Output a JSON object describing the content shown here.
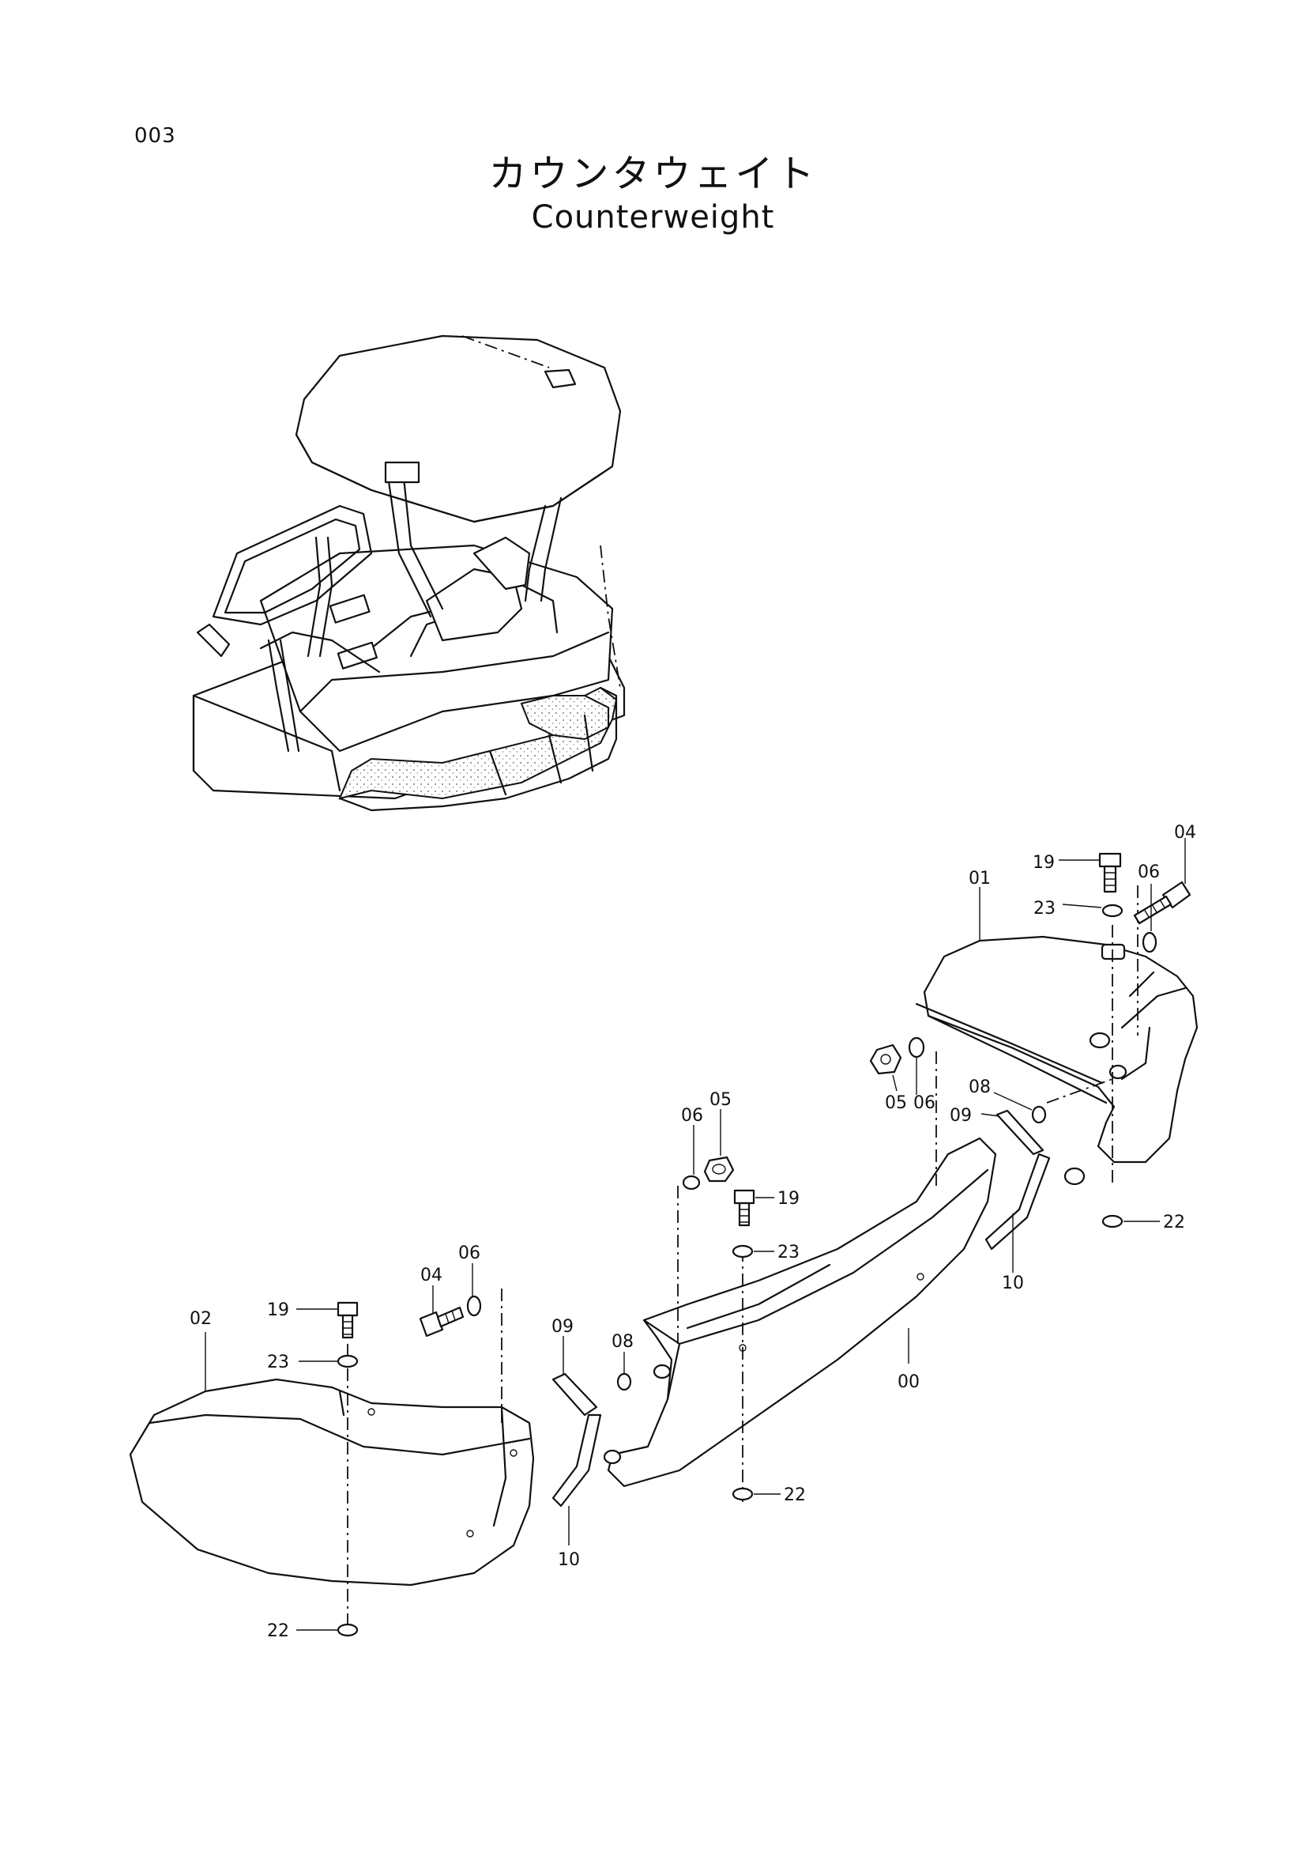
{
  "header": {
    "page_number": "003",
    "title_jp": "カウンタウェイト",
    "title_en": "Counterweight"
  },
  "callouts": [
    {
      "id": "c-19-tr",
      "text": "19"
    },
    {
      "id": "c-06-tr",
      "text": "06"
    },
    {
      "id": "c-04-tr",
      "text": "04"
    },
    {
      "id": "c-01",
      "text": "01"
    },
    {
      "id": "c-23-tr",
      "text": "23"
    },
    {
      "id": "c-08-r",
      "text": "08"
    },
    {
      "id": "c-09-r",
      "text": "09"
    },
    {
      "id": "c-05-m",
      "text": "05"
    },
    {
      "id": "c-06-m",
      "text": "06"
    },
    {
      "id": "c-22-r",
      "text": "22"
    },
    {
      "id": "c-10-r",
      "text": "10"
    },
    {
      "id": "c-06-c",
      "text": "06"
    },
    {
      "id": "c-05-c",
      "text": "05"
    },
    {
      "id": "c-19-c",
      "text": "19"
    },
    {
      "id": "c-23-c",
      "text": "23"
    },
    {
      "id": "c-00",
      "text": "00"
    },
    {
      "id": "c-22-c",
      "text": "22"
    },
    {
      "id": "c-04-l",
      "text": "04"
    },
    {
      "id": "c-06-l",
      "text": "06"
    },
    {
      "id": "c-02",
      "text": "02"
    },
    {
      "id": "c-19-l",
      "text": "19"
    },
    {
      "id": "c-23-l",
      "text": "23"
    },
    {
      "id": "c-09-l",
      "text": "09"
    },
    {
      "id": "c-08-l",
      "text": "08"
    },
    {
      "id": "c-10-l",
      "text": "10"
    },
    {
      "id": "c-22-l",
      "text": "22"
    }
  ]
}
